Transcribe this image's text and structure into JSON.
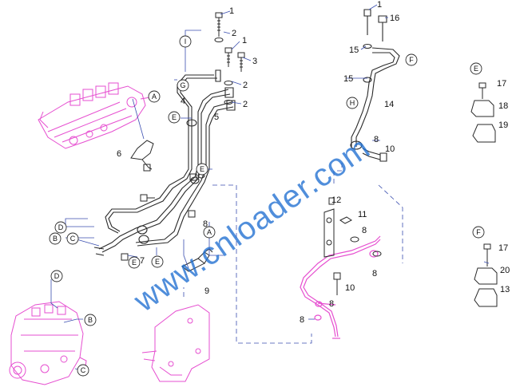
{
  "watermark": "www.cnloader.com",
  "part_numbers": {
    "p1a": "1",
    "p2a": "2",
    "p1b": "1",
    "p3": "3",
    "p2b": "2",
    "p2c": "2",
    "p4": "4",
    "p5": "5",
    "p6": "6",
    "p7": "7",
    "p8a": "8",
    "p9": "9",
    "p1c": "1",
    "p16": "16",
    "p15a": "15",
    "p15b": "15",
    "p14": "14",
    "p8b": "8",
    "p10a": "10",
    "p12": "12",
    "p11": "11",
    "p8c": "8",
    "p8d": "8",
    "p10b": "10",
    "p8e": "8",
    "p8f": "8",
    "p17a": "17",
    "p18": "18",
    "p19": "19",
    "p17b": "17",
    "p20": "20",
    "p13": "13"
  },
  "callouts": {
    "cA1": "A",
    "cA2": "A",
    "cB1": "B",
    "cB2": "B",
    "cC1": "C",
    "cC2": "C",
    "cD1": "D",
    "cD2": "D",
    "cE1": "E",
    "cE2": "E",
    "cE3": "E",
    "cE4": "E",
    "cE5": "E",
    "cF1": "F",
    "cF2": "F",
    "cG": "G",
    "cH": "H",
    "cI": "I"
  },
  "colors": {
    "line": "#2a2a2a",
    "leader": "#3b4fb0",
    "highlight": "#e64fd0",
    "watermark": "#1f6fd1"
  }
}
